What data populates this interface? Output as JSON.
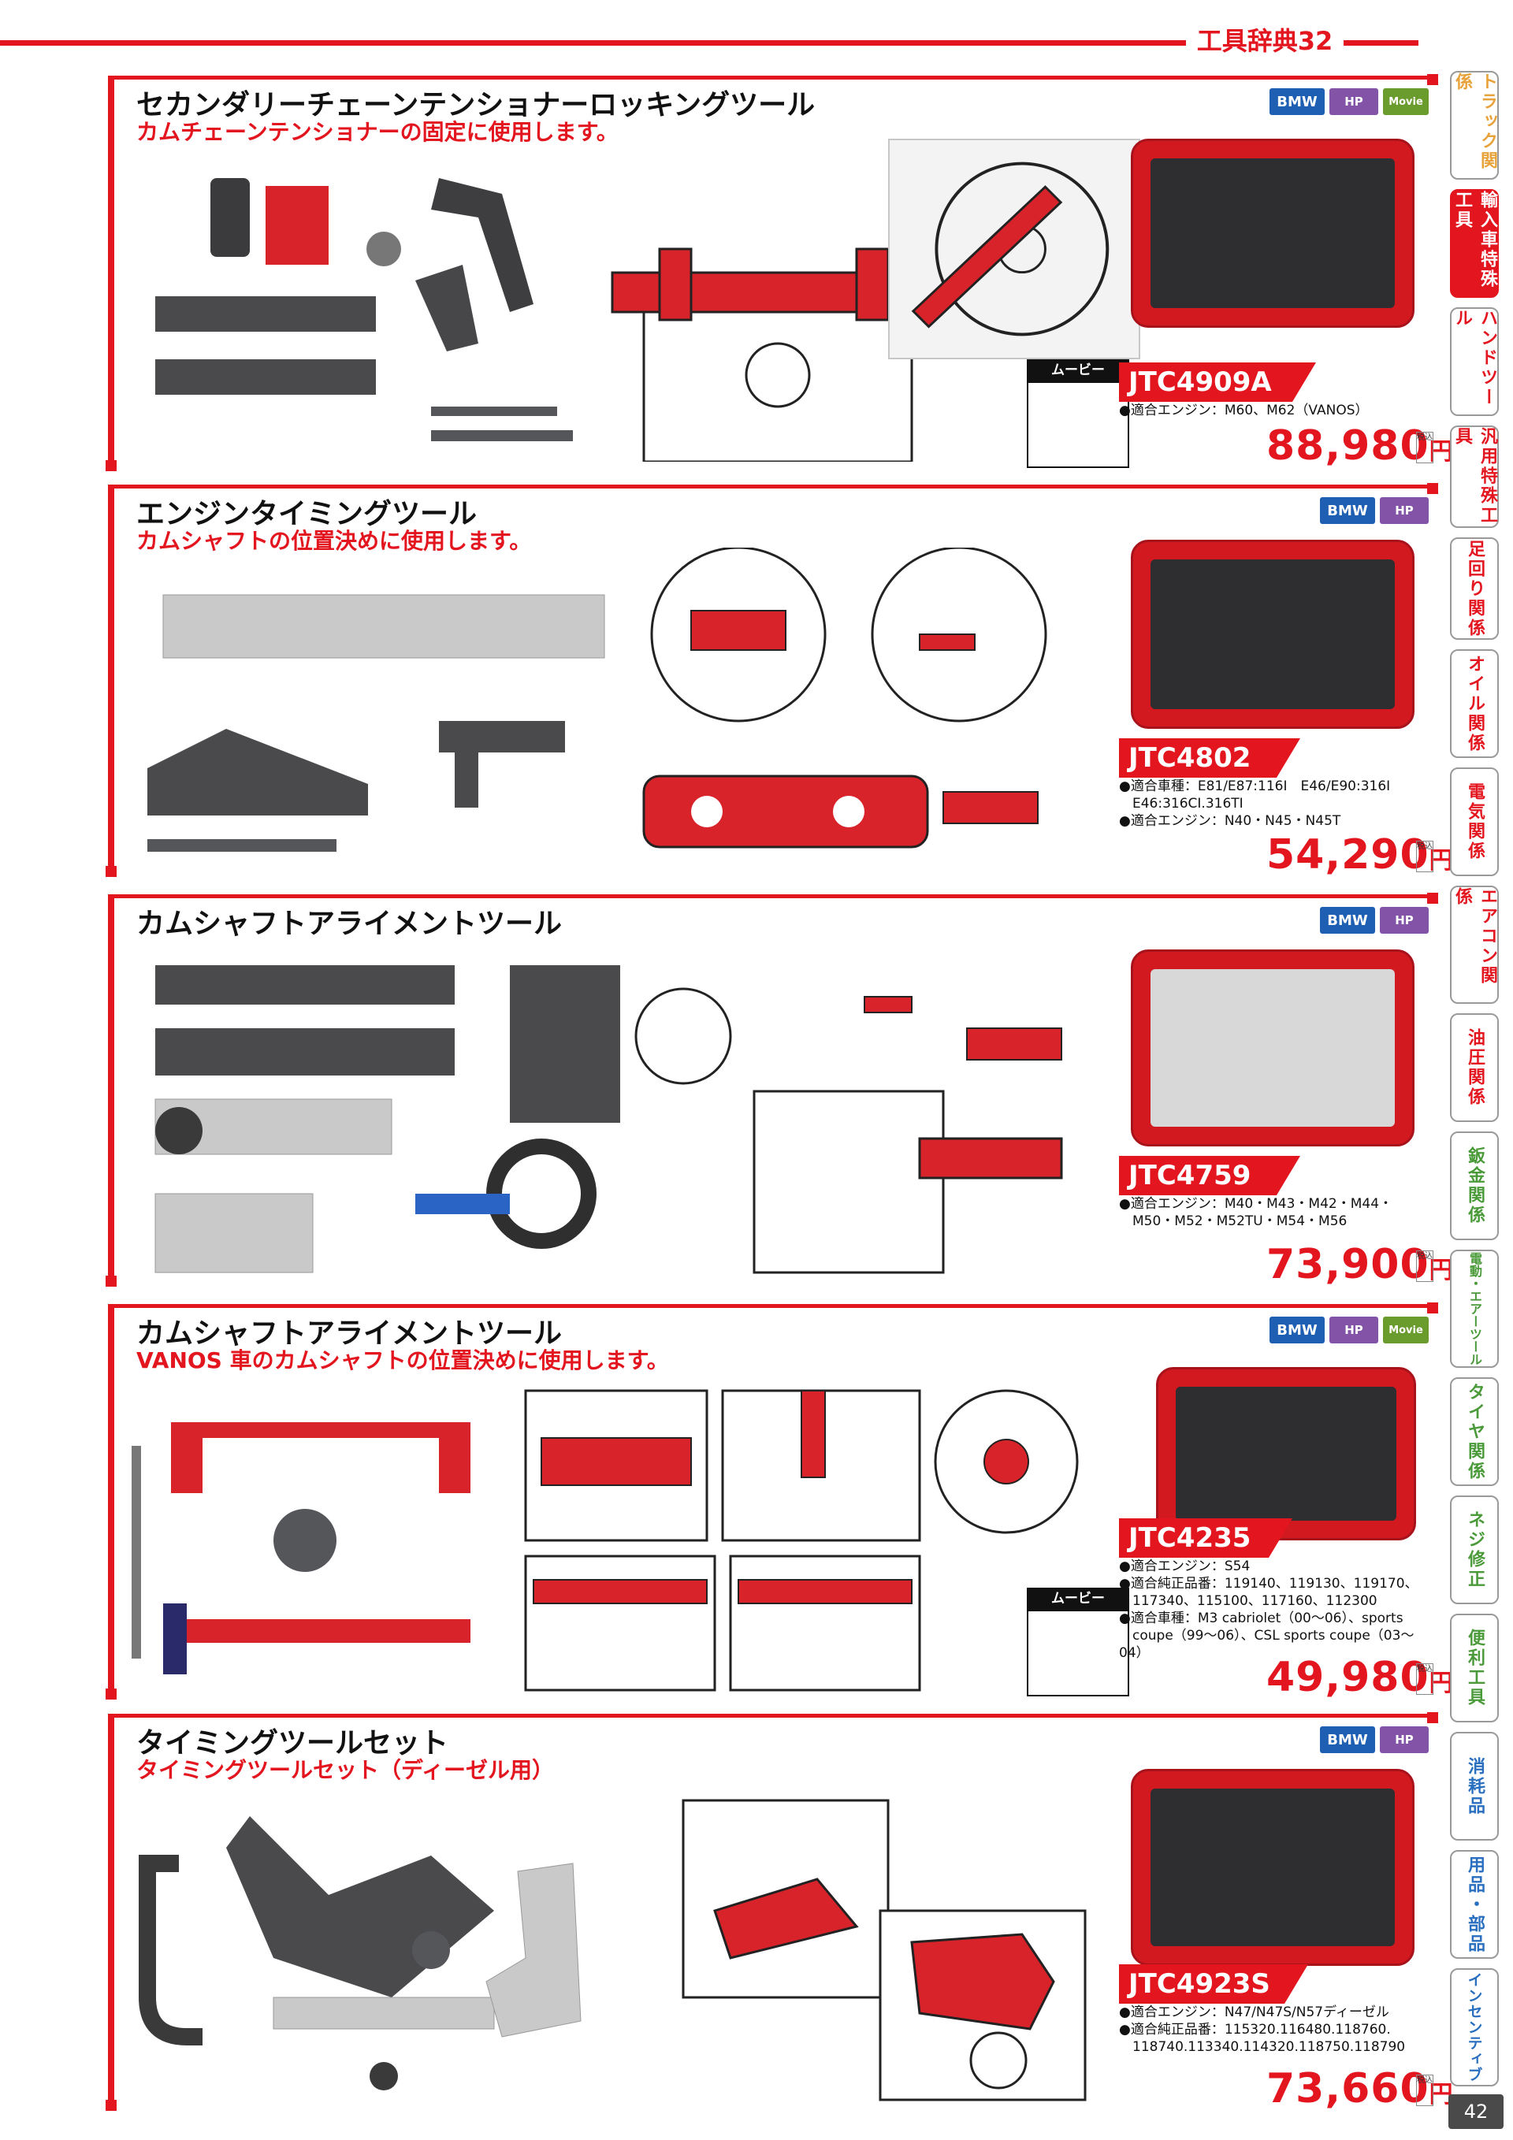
{
  "header": {
    "title": "工具辞典32"
  },
  "products": [
    {
      "title": "セカンダリーチェーンテンショナーロッキングツール",
      "subtitle": "カムチェーンテンショナーの固定に使用します。",
      "badges": [
        "BMW",
        "HP",
        "Movie"
      ],
      "code": "JTC4909A",
      "specs": "●適合エンジン：M60、M62（VANOS）",
      "price": "88,980",
      "yen": "円",
      "tax": "税込",
      "qr_label": "ムービー"
    },
    {
      "title": "エンジンタイミングツール",
      "subtitle": "カムシャフトの位置決めに使用します。",
      "badges": [
        "BMW",
        "HP"
      ],
      "code": "JTC4802",
      "specs": "●適合車種：E81/E87:116I　E46/E90:316I\n　E46:316CI.316TI\n●適合エンジン：N40・N45・N45T",
      "price": "54,290",
      "yen": "円",
      "tax": "税込"
    },
    {
      "title": "カムシャフトアライメントツール",
      "subtitle": "",
      "badges": [
        "BMW",
        "HP"
      ],
      "code": "JTC4759",
      "specs": "●適合エンジン：M40・M43・M42・M44・\n　M50・M52・M52TU・M54・M56",
      "price": "73,900",
      "yen": "円",
      "tax": "税込"
    },
    {
      "title": "カムシャフトアライメントツール",
      "subtitle": "VANOS 車のカムシャフトの位置決めに使用します。",
      "badges": [
        "BMW",
        "HP",
        "Movie"
      ],
      "code": "JTC4235",
      "specs": "●適合エンジン：S54\n●適合純正品番：119140、119130、119170、\n　117340、115100、117160、112300\n●適合車種：M3 cabriolet（00～06）、sports\n　coupe（99～06）、CSL sports coupe（03～04）",
      "price": "49,980",
      "yen": "円",
      "tax": "税込",
      "qr_label": "ムービー"
    },
    {
      "title": "タイミングツールセット",
      "subtitle": "タイミングツールセット（ディーゼル用）",
      "badges": [
        "BMW",
        "HP"
      ],
      "code": "JTC4923S",
      "specs": "●適合エンジン：N47/N47S/N57ディーゼル\n●適合純正品番：115320.116480.118760.\n　118740.113340.114320.118750.118790",
      "price": "73,660",
      "yen": "円",
      "tax": "税込"
    }
  ],
  "sidebar": [
    {
      "label": "トラック関係",
      "active": false,
      "color": "#e8a23a"
    },
    {
      "label": "輸入車特殊工具",
      "active": true,
      "color": "#ffffff"
    },
    {
      "label": "ハンドツール",
      "active": false,
      "color": "#e3151f"
    },
    {
      "label": "汎用特殊工具",
      "active": false,
      "color": "#e3151f"
    },
    {
      "label": "足回り関係",
      "active": false,
      "color": "#e3151f"
    },
    {
      "label": "オイル関係",
      "active": false,
      "color": "#e3151f"
    },
    {
      "label": "電気関係",
      "active": false,
      "color": "#e3151f"
    },
    {
      "label": "エアコン関係",
      "active": false,
      "color": "#e3151f"
    },
    {
      "label": "油圧関係",
      "active": false,
      "color": "#e3151f"
    },
    {
      "label": "鈑金関係",
      "active": false,
      "color": "#4a9a3a"
    },
    {
      "label": "電動・エアーツール",
      "active": false,
      "color": "#4a9a3a"
    },
    {
      "label": "タイヤ関係",
      "active": false,
      "color": "#4a9a3a"
    },
    {
      "label": "ネジ修正",
      "active": false,
      "color": "#4a9a3a"
    },
    {
      "label": "便利工具",
      "active": false,
      "color": "#4a9a3a"
    },
    {
      "label": "消耗品",
      "active": false,
      "color": "#2a6fbf"
    },
    {
      "label": "用品・部品",
      "active": false,
      "color": "#2a6fbf"
    },
    {
      "label": "インセンティブ",
      "active": false,
      "color": "#2a6fbf"
    }
  ],
  "page_number": "42"
}
